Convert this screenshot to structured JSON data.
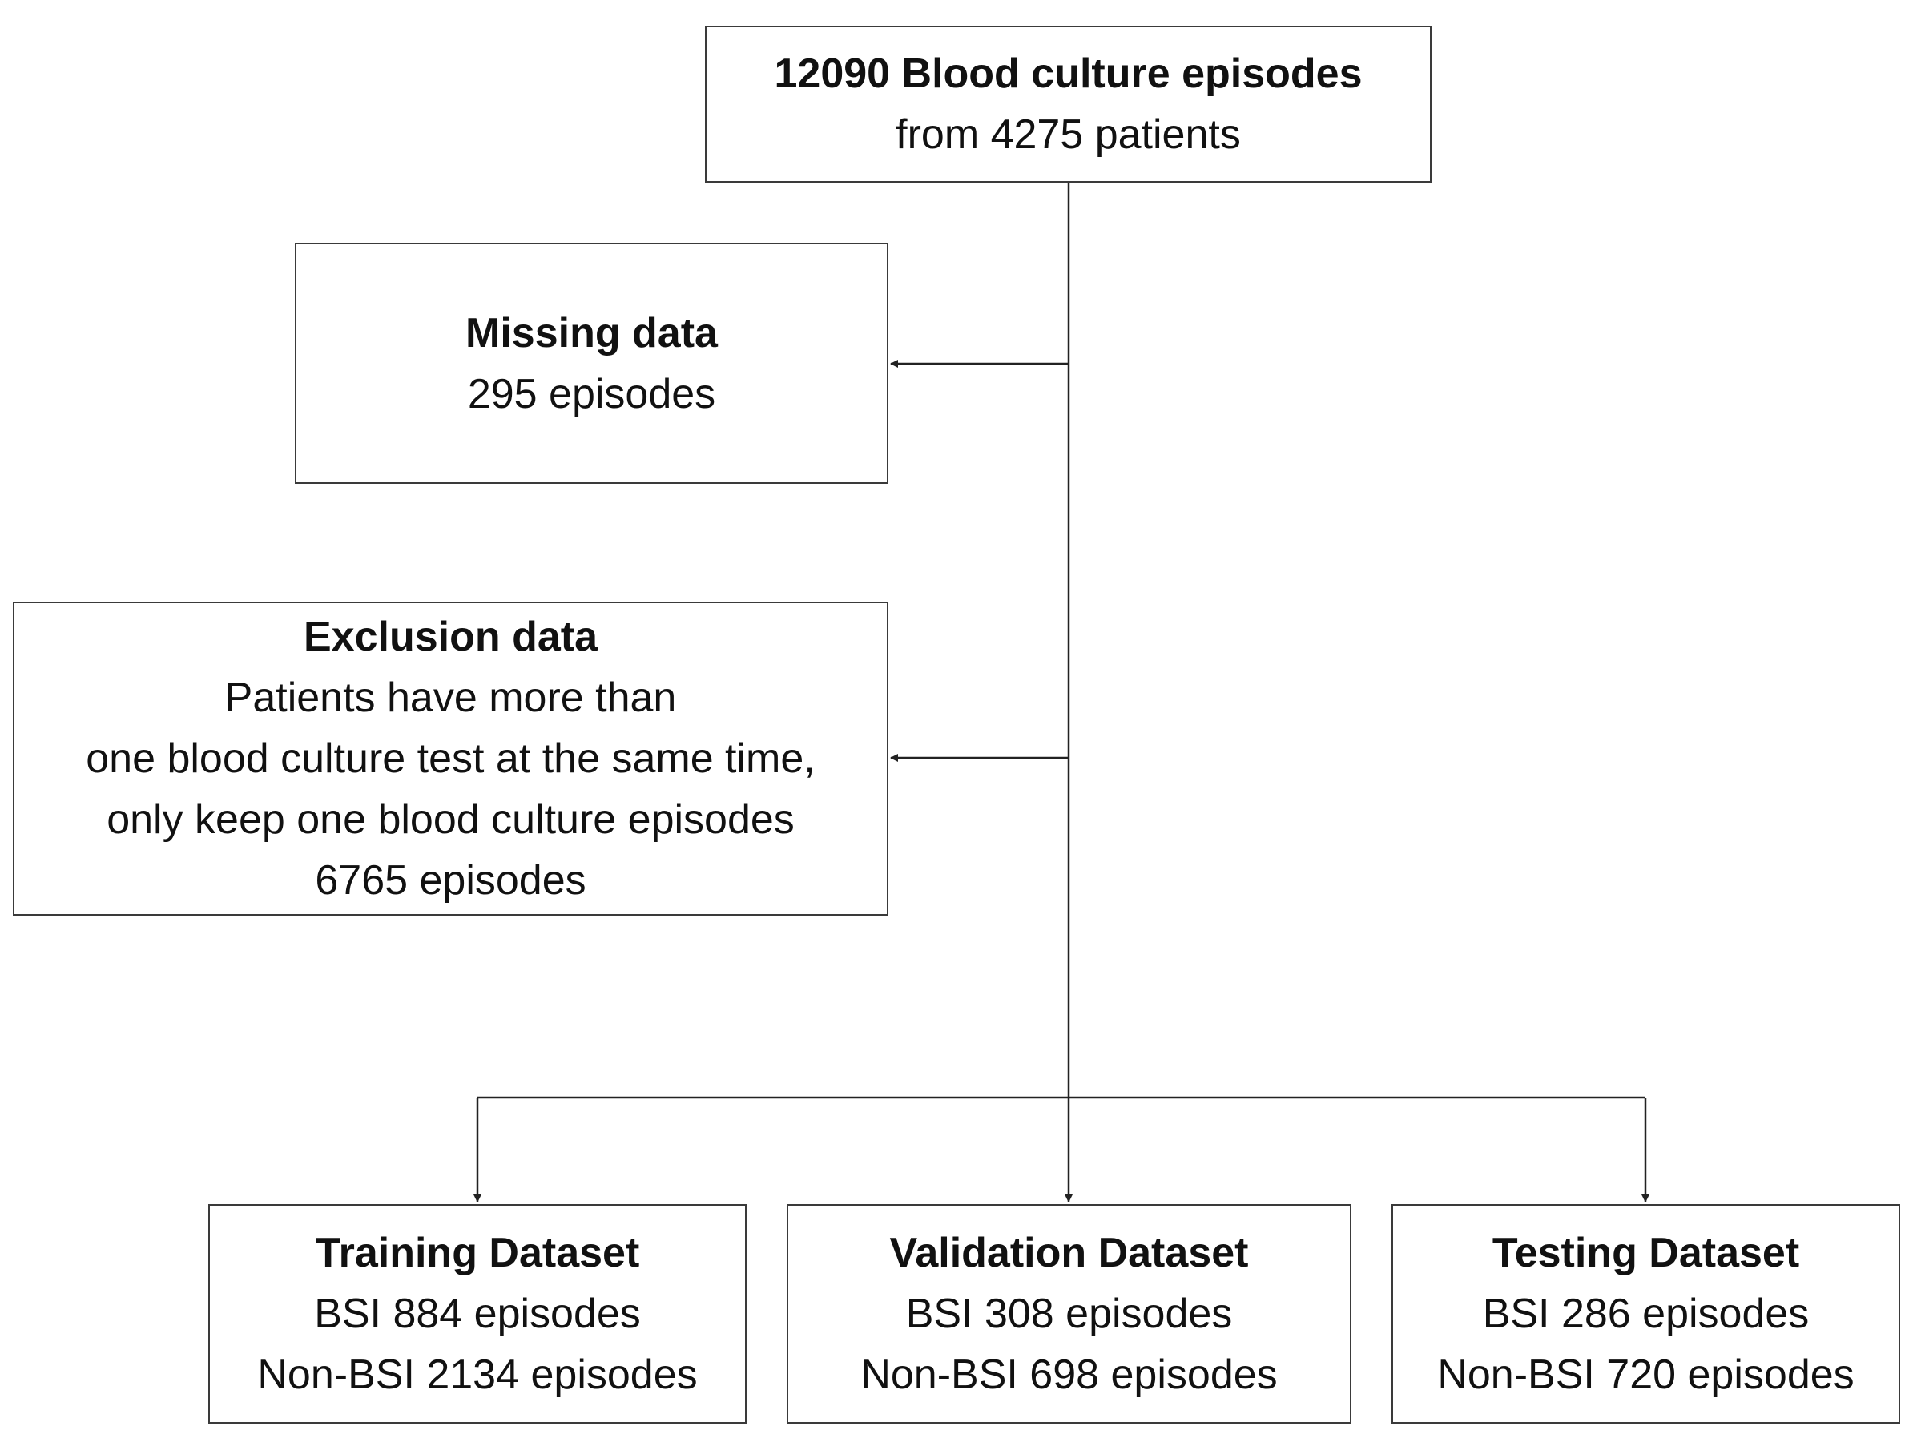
{
  "source": {
    "title": "12090 Blood culture episodes",
    "subtitle": "from 4275 patients"
  },
  "missing": {
    "title": "Missing data",
    "count": "295 episodes"
  },
  "exclusion": {
    "title": "Exclusion data",
    "lines": [
      "Patients have more than",
      "one blood culture test at the same time,",
      "only keep one blood culture episodes",
      "6765 episodes"
    ]
  },
  "datasets": [
    {
      "title": "Training Dataset",
      "bsi": "BSI 884 episodes",
      "non_bsi": "Non-BSI 2134 episodes"
    },
    {
      "title": "Validation Dataset",
      "bsi": "BSI 308 episodes",
      "non_bsi": "Non-BSI 698 episodes"
    },
    {
      "title": "Testing Dataset",
      "bsi": "BSI 286 episodes",
      "non_bsi": "Non-BSI 720 episodes"
    }
  ]
}
